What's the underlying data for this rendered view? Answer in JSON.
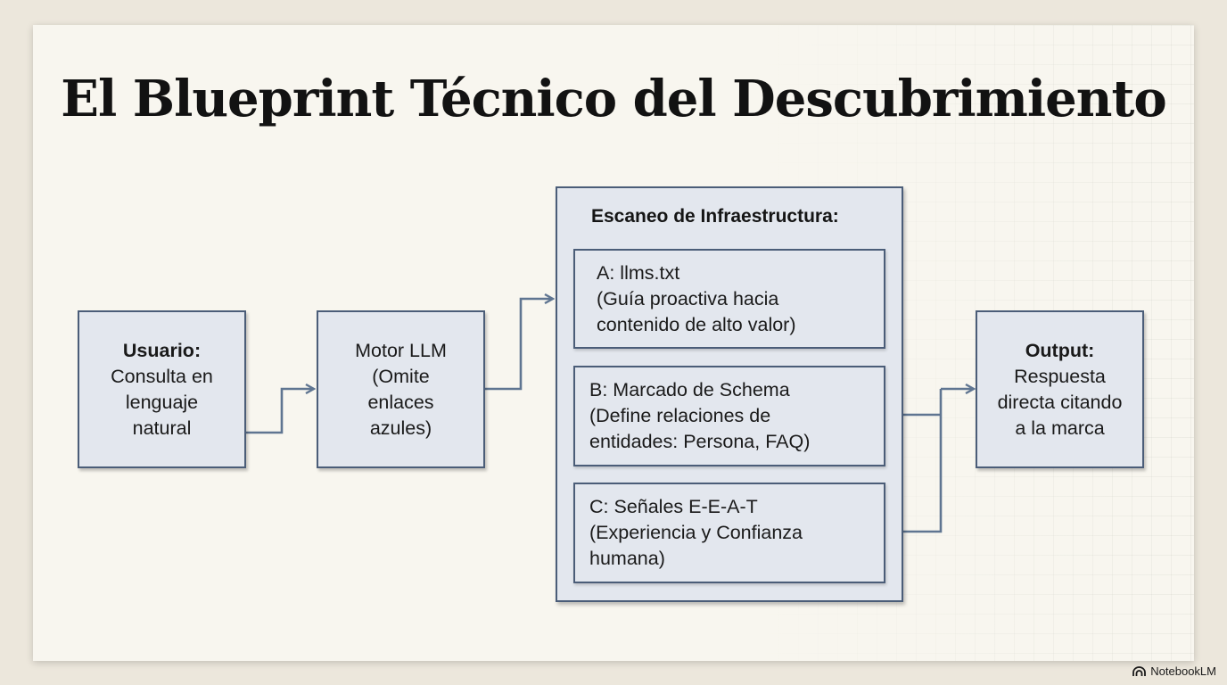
{
  "title": "El Blueprint Técnico del Descubrimiento",
  "user_box": {
    "heading": "Usuario:",
    "lines": [
      "Consulta en",
      "lenguaje",
      "natural"
    ]
  },
  "llm_box": {
    "lines": [
      "Motor LLM",
      "(Omite",
      "enlaces",
      "azules)"
    ]
  },
  "infra": {
    "title": "Escaneo de Infraestructura:",
    "items": [
      {
        "lines": [
          "A: llms.txt",
          "(Guía proactiva hacia",
          "contenido de alto valor)"
        ]
      },
      {
        "lines": [
          "B: Marcado de Schema",
          "(Define relaciones de",
          "entidades: Persona, FAQ)"
        ]
      },
      {
        "lines": [
          "C: Señales E-E-A-T",
          "(Experiencia y Confianza",
          "humana)"
        ]
      }
    ]
  },
  "output_box": {
    "heading": "Output:",
    "lines": [
      "Respuesta",
      "directa citando",
      "a la marca"
    ]
  },
  "brand": {
    "icon": "notebooklm-icon",
    "label": "NotebookLM"
  },
  "colors": {
    "border": "#4b5d78",
    "box_fill": "#e3e7ee",
    "arrow": "#5f7591"
  }
}
